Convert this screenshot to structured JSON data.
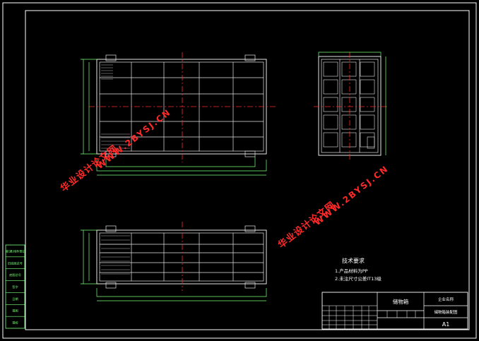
{
  "colors": {
    "background": "#000000",
    "frame": "#ffffff",
    "geometry": "#e6e6e6",
    "centerline": "#ff2a2a",
    "dimension": "#7cff7c",
    "watermark": "#ff2a2a",
    "title_text": "#ffffff"
  },
  "watermarks": [
    {
      "line1": "华业设计论文网",
      "line2": "WWW.2BYSJ.CN"
    },
    {
      "line1": "华业设计论文网",
      "line2": "WWW.2BYSJ.CN"
    }
  ],
  "notes": {
    "heading": "技术要求",
    "items": [
      "1.产品材料为PP",
      "2.未注尺寸公差IT13级"
    ]
  },
  "title_block": {
    "part_name": "储物箱",
    "company": "企业名称",
    "drawing_no": "储物箱装配图",
    "sheet_size": "A1"
  },
  "left_strip": {
    "labels": [
      "借(通)用件登记",
      "旧底图总号",
      "底图总号",
      "签字",
      "日期",
      "描图",
      "描校"
    ]
  }
}
